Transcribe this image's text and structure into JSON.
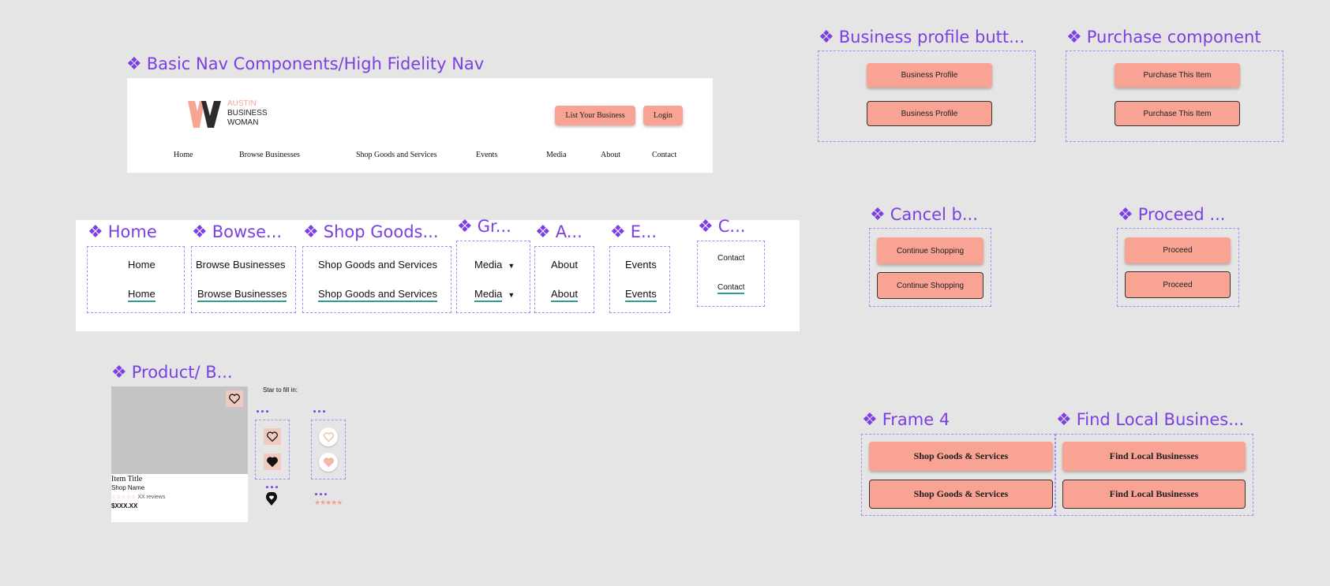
{
  "frames": {
    "nav": "Basic Nav Components/High Fidelity Nav",
    "business_profile": "Business profile butt...",
    "purchase": "Purchase component",
    "home": "Home",
    "browse": "Bowse...",
    "shop": "Shop Goods...",
    "media": "Gr...",
    "about": "A...",
    "events": "E...",
    "contact": "C...",
    "cancel": "Cancel b...",
    "proceed": "Proceed ...",
    "product": "Product/ B...",
    "frame4": "Frame 4",
    "find_local": "Find Local Busines..."
  },
  "header": {
    "logo_line1": "AUSTIN",
    "logo_line2": "BUSINESS",
    "logo_line3": "WOMAN",
    "list_business": "List Your Business",
    "login": "Login",
    "nav": [
      "Home",
      "Browse Businesses",
      "Shop Goods and Services",
      "Events",
      "Media",
      "About",
      "Contact"
    ]
  },
  "tabs": {
    "home": "Home",
    "browse": "Browse Businesses",
    "shop": "Shop Goods and Services",
    "media": "Media",
    "about": "About",
    "events": "Events",
    "contact": "Contact"
  },
  "buttons": {
    "business_profile": "Business Profile",
    "purchase": "Purchase This Item",
    "continue_shopping": "Continue Shopping",
    "proceed": "Proceed",
    "shop_goods": "Shop Goods & Services",
    "find_local": "Find Local Businesses"
  },
  "product": {
    "title": "Item Title",
    "shop": "Shop Name",
    "stars": "☆☆☆☆☆",
    "reviews": "XX reviews",
    "price": "$XXX.XX",
    "star_note": "Star to fill in:",
    "dots": "...",
    "rating_stars": "★★★★★"
  },
  "colors": {
    "accent": "#7b3fe4",
    "button": "#f8a393",
    "underline": "#2a9d8f",
    "dashed": "#a48ef5",
    "canvas": "#e5e5e5"
  }
}
